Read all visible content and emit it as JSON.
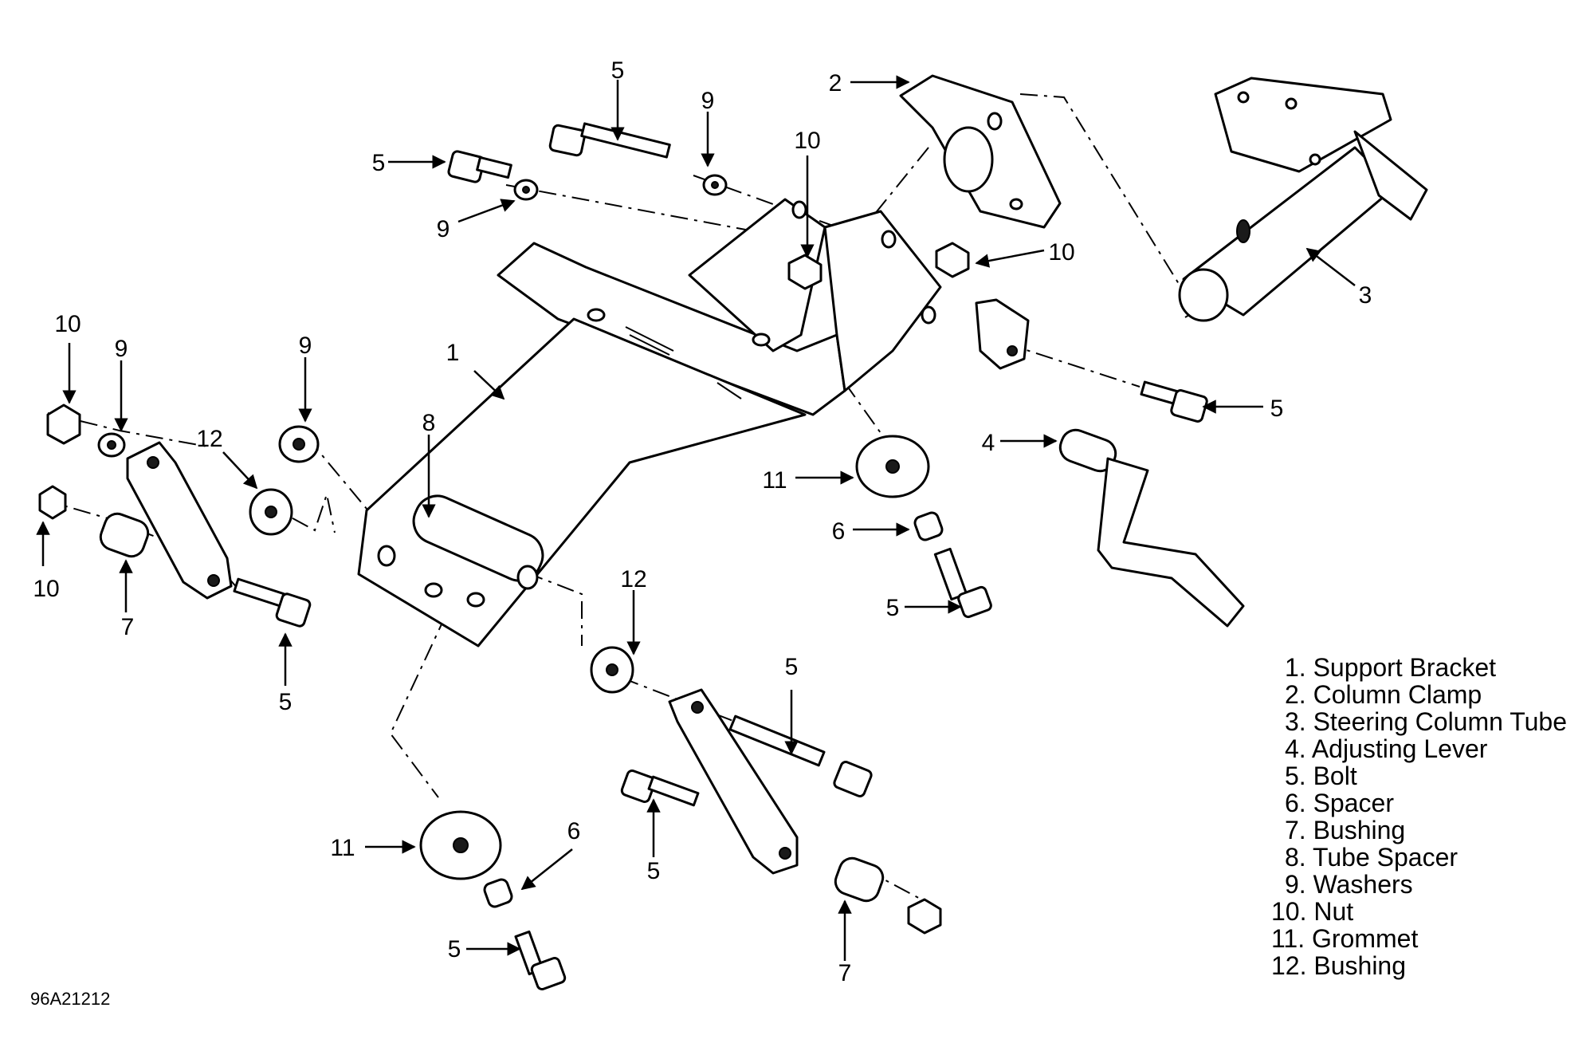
{
  "callouts": [
    {
      "id": "c1",
      "text": "1"
    },
    {
      "id": "c2",
      "text": "2"
    },
    {
      "id": "c3",
      "text": "3"
    },
    {
      "id": "c4",
      "text": "4"
    },
    {
      "id": "c5a",
      "text": "5"
    },
    {
      "id": "c5b",
      "text": "5"
    },
    {
      "id": "c5c",
      "text": "5"
    },
    {
      "id": "c5d",
      "text": "5"
    },
    {
      "id": "c5e",
      "text": "5"
    },
    {
      "id": "c5f",
      "text": "5"
    },
    {
      "id": "c5g",
      "text": "5"
    },
    {
      "id": "c5h",
      "text": "5"
    },
    {
      "id": "c6a",
      "text": "6"
    },
    {
      "id": "c6b",
      "text": "6"
    },
    {
      "id": "c7a",
      "text": "7"
    },
    {
      "id": "c7b",
      "text": "7"
    },
    {
      "id": "c8",
      "text": "8"
    },
    {
      "id": "c9a",
      "text": "9"
    },
    {
      "id": "c9b",
      "text": "9"
    },
    {
      "id": "c9c",
      "text": "9"
    },
    {
      "id": "c9d",
      "text": "9"
    },
    {
      "id": "c10a",
      "text": "10"
    },
    {
      "id": "c10b",
      "text": "10"
    },
    {
      "id": "c10c",
      "text": "10"
    },
    {
      "id": "c10d",
      "text": "10"
    },
    {
      "id": "c11a",
      "text": "11"
    },
    {
      "id": "c11b",
      "text": "11"
    },
    {
      "id": "c12a",
      "text": "12"
    },
    {
      "id": "c12b",
      "text": "12"
    }
  ],
  "legend": [
    "1. Support Bracket",
    "2. Column Clamp",
    "3. Steering Column Tube",
    "4. Adjusting Lever",
    "5. Bolt",
    "6. Spacer",
    "7. Bushing",
    "8. Tube Spacer",
    "9. Washers",
    "10. Nut",
    "11. Grommet",
    "12. Bushing"
  ],
  "figure_id": "96A21212"
}
